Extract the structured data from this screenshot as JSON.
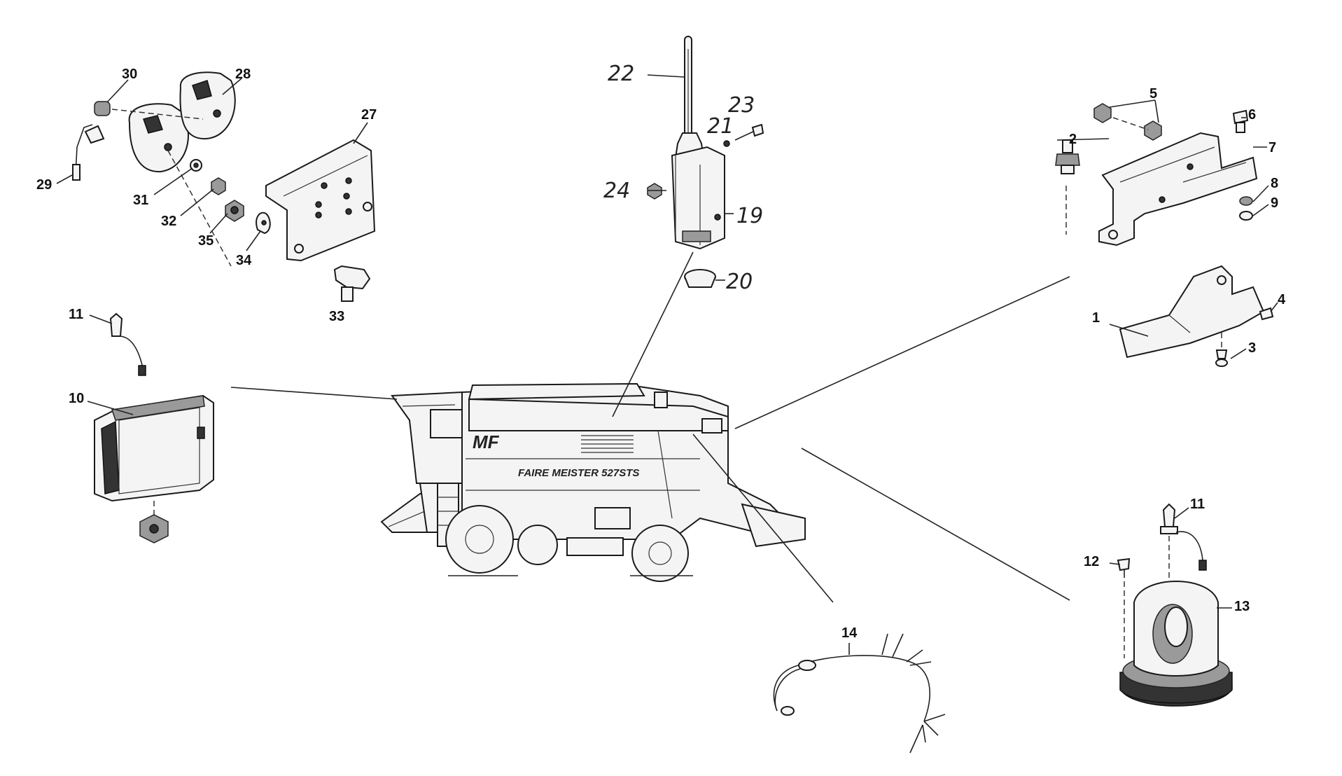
{
  "diagram": {
    "machine_brand": "MF",
    "machine_model": "FAIRE MEISTER 527STS",
    "callouts": [
      {
        "id": "1",
        "label": "1"
      },
      {
        "id": "2",
        "label": "2"
      },
      {
        "id": "3",
        "label": "3"
      },
      {
        "id": "4",
        "label": "4"
      },
      {
        "id": "5",
        "label": "5"
      },
      {
        "id": "6",
        "label": "6"
      },
      {
        "id": "7",
        "label": "7"
      },
      {
        "id": "8",
        "label": "8"
      },
      {
        "id": "9",
        "label": "9"
      },
      {
        "id": "10",
        "label": "10"
      },
      {
        "id": "11a",
        "label": "11"
      },
      {
        "id": "11b",
        "label": "11"
      },
      {
        "id": "12",
        "label": "12"
      },
      {
        "id": "13",
        "label": "13"
      },
      {
        "id": "14",
        "label": "14"
      },
      {
        "id": "19",
        "label": "19"
      },
      {
        "id": "20",
        "label": "20"
      },
      {
        "id": "21",
        "label": "21"
      },
      {
        "id": "22",
        "label": "22"
      },
      {
        "id": "23",
        "label": "23"
      },
      {
        "id": "24",
        "label": "24"
      },
      {
        "id": "27",
        "label": "27"
      },
      {
        "id": "28",
        "label": "28"
      },
      {
        "id": "29",
        "label": "29"
      },
      {
        "id": "30",
        "label": "30"
      },
      {
        "id": "31",
        "label": "31"
      },
      {
        "id": "32",
        "label": "32"
      },
      {
        "id": "33",
        "label": "33"
      },
      {
        "id": "34",
        "label": "34"
      },
      {
        "id": "35",
        "label": "35"
      }
    ]
  }
}
